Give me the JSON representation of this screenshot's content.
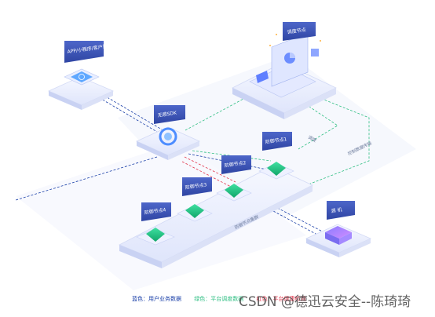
{
  "nodes": {
    "app": {
      "label": "APP/小程序/客户端"
    },
    "sdk": {
      "label": "无感SDK"
    },
    "control": {
      "label": "调度节点"
    },
    "defense1": {
      "label": "防御节点1"
    },
    "defense2": {
      "label": "防御节点2"
    },
    "defense3": {
      "label": "防御节点3"
    },
    "defense4": {
      "label": "防御节点4"
    },
    "origin": {
      "label": "源 机"
    }
  },
  "edges": {
    "schedule": "调度",
    "control_data": "控制数据传输",
    "defense_cluster": "防御节点集群"
  },
  "legend": {
    "blue": "蓝色：用户业务数据",
    "green": "绿色：平台调度数据",
    "red": "红色：平台健康检测"
  },
  "colors": {
    "blue": "#1a3fa8",
    "green": "#2fbf83",
    "red": "#e2364d",
    "tag": "#3f57b8"
  },
  "watermark": "CSDN @德迅云安全--陈琦琦"
}
